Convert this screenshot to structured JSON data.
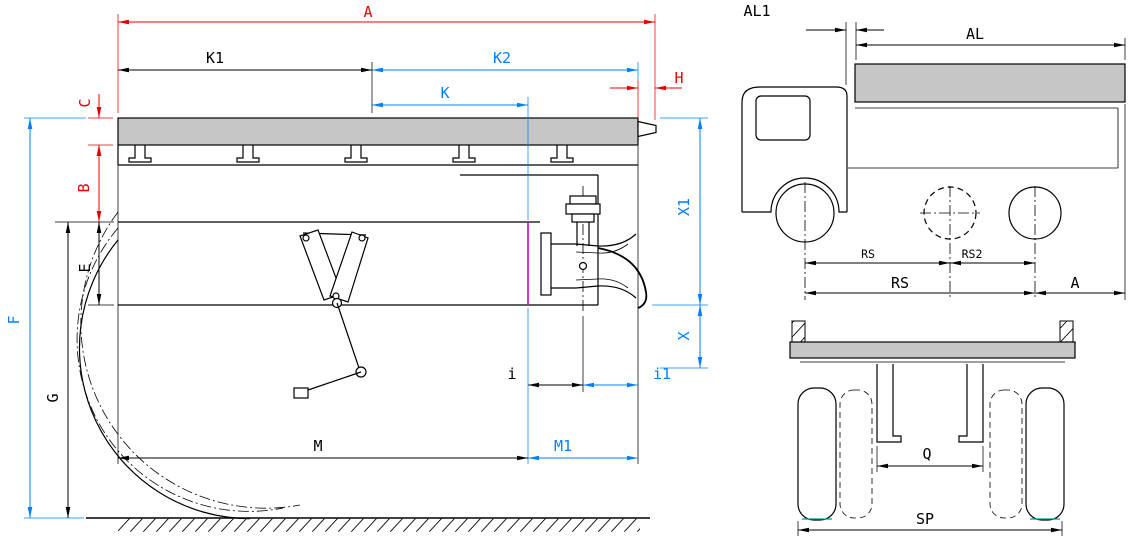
{
  "colors": {
    "dimension_red": "#e80000",
    "dimension_blue": "#0080ff",
    "dimension_black": "#000000",
    "platform_gray": "#c6c6c6",
    "frame_end_magenta": "#cc00cc",
    "tire_mark_teal": "#009a9a"
  },
  "main": {
    "A": "A",
    "K1": "K1",
    "K2": "K2",
    "K": "K",
    "H": "H",
    "C": "C",
    "B": "B",
    "E": "E",
    "F": "F",
    "G": "G",
    "X1": "X1",
    "X": "X",
    "i": "i",
    "i1": "i1",
    "M": "M",
    "M1": "M1"
  },
  "side": {
    "AL1": "AL1",
    "AL": "AL",
    "RS_wheelbase": "RS",
    "RS2": "RS2",
    "RS_total": "RS",
    "A": "A"
  },
  "rear": {
    "Q": "Q",
    "SP": "SP"
  }
}
